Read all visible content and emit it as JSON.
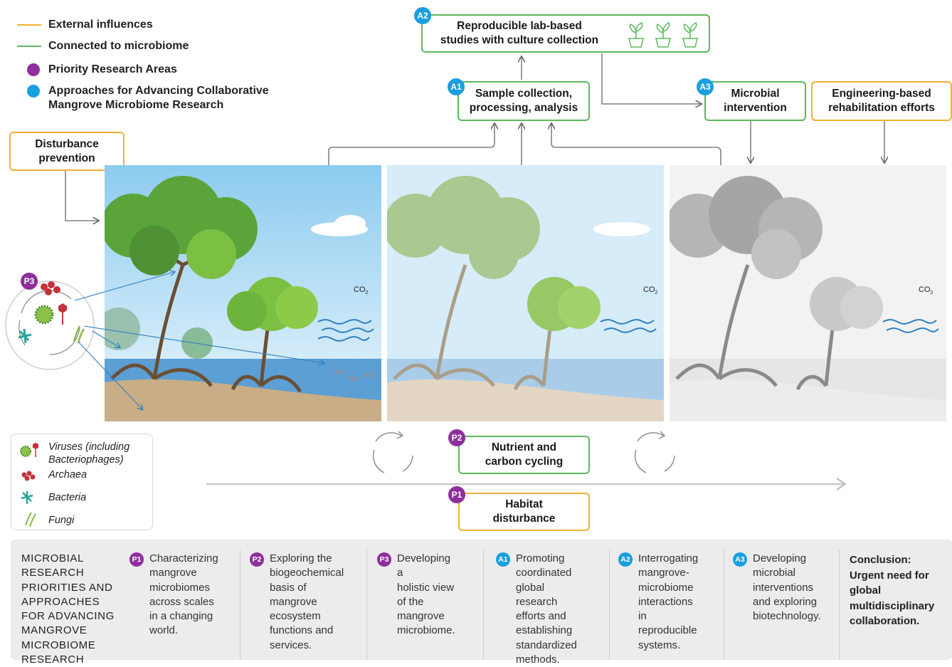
{
  "legend": {
    "external": "External influences",
    "connected": "Connected to microbiome",
    "priority": "Priority Research Areas",
    "approaches_line1": "Approaches for Advancing Collaborative",
    "approaches_line2": "Mangrove Microbiome Research"
  },
  "colors": {
    "external": "#f2b134",
    "connected": "#5cb85c",
    "priority": "#8e2f9c",
    "approaches": "#1a9fe0"
  },
  "nodes": {
    "a2": {
      "badge": "A2",
      "line1": "Reproducible lab-based",
      "line2": "studies with culture collection"
    },
    "a1": {
      "badge": "A1",
      "line1": "Sample collection,",
      "line2": "processing, analysis"
    },
    "a3": {
      "badge": "A3",
      "line1": "Microbial",
      "line2": "intervention"
    },
    "engineering": {
      "line1": "Engineering-based",
      "line2": "rehabilitation efforts"
    },
    "disturbance_prevention": {
      "line1": "Disturbance",
      "line2": "prevention"
    },
    "p2": {
      "badge": "P2",
      "line1": "Nutrient and",
      "line2": "carbon cycling"
    },
    "p1": {
      "badge": "P1",
      "line1": "Habitat",
      "line2": "disturbance"
    },
    "p3": {
      "badge": "P3"
    }
  },
  "co2": {
    "label": "CO",
    "sub": "2"
  },
  "organisms": {
    "viruses": "Viruses (including\nBacteriophages)",
    "archaea": "Archaea",
    "bacteria": "Bacteria",
    "fungi": "Fungi"
  },
  "bottom": {
    "title": "MICROBIAL\nRESEARCH\nPRIORITIES AND\nAPPROACHES\nFOR ADVANCING\nMANGROVE\nMICROBIOME\nRESEARCH",
    "items": [
      {
        "badge": "P1",
        "text": "Characterizing\nmangrove\nmicrobiomes\nacross scales\nin a changing\nworld."
      },
      {
        "badge": "P2",
        "text": "Exploring the\nbiogeochemical\nbasis of\nmangrove\necosystem\nfunctions and\nservices."
      },
      {
        "badge": "P3",
        "text": "Developing a\nholistic view\nof the\nmangrove\nmicrobiome."
      },
      {
        "badge": "A1",
        "text": "Promoting\ncoordinated\nglobal research\nefforts and\nestablishing\nstandardized\nmethods."
      },
      {
        "badge": "A2",
        "text": "Interrogating\nmangrove-\nmicrobiome\ninteractions in\nreproducible\nsystems."
      },
      {
        "badge": "A3",
        "text": "Developing\nmicrobial\ninterventions\nand exploring\nbiotechnology."
      }
    ],
    "conclusion": "Conclusion:\nUrgent need for\nglobal\nmultidisciplinary\ncollaboration."
  }
}
